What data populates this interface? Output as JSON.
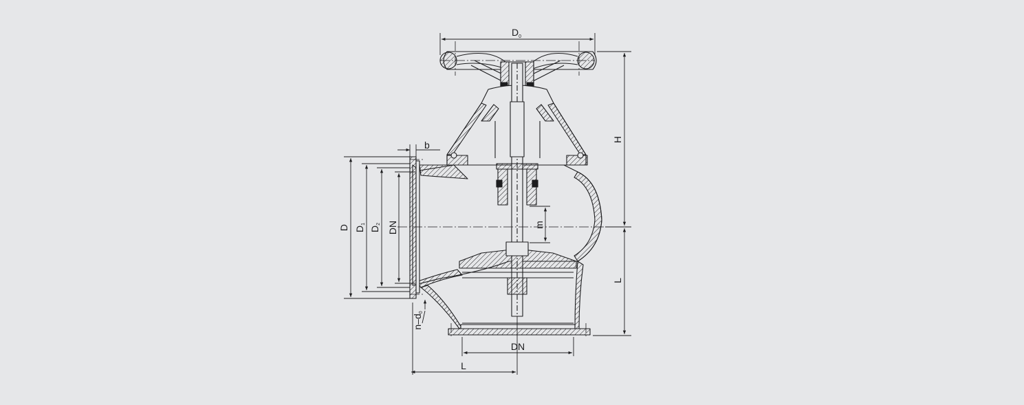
{
  "colors": {
    "background": "#e6e7e9",
    "line": "#1d1d1f",
    "hatch": "#1d1d1f"
  },
  "labels": {
    "d0": "D",
    "d0_sub": "0",
    "b": "b",
    "h": "H",
    "d": "D",
    "d1": "D",
    "d1_sub": "1",
    "d2": "D",
    "d2_sub": "2",
    "dn_side": "DN",
    "m": "m",
    "l_right": "L",
    "nd0": "n–d",
    "nd0_sub": "0",
    "dn_bottom": "DN",
    "l_bottom": "L"
  }
}
